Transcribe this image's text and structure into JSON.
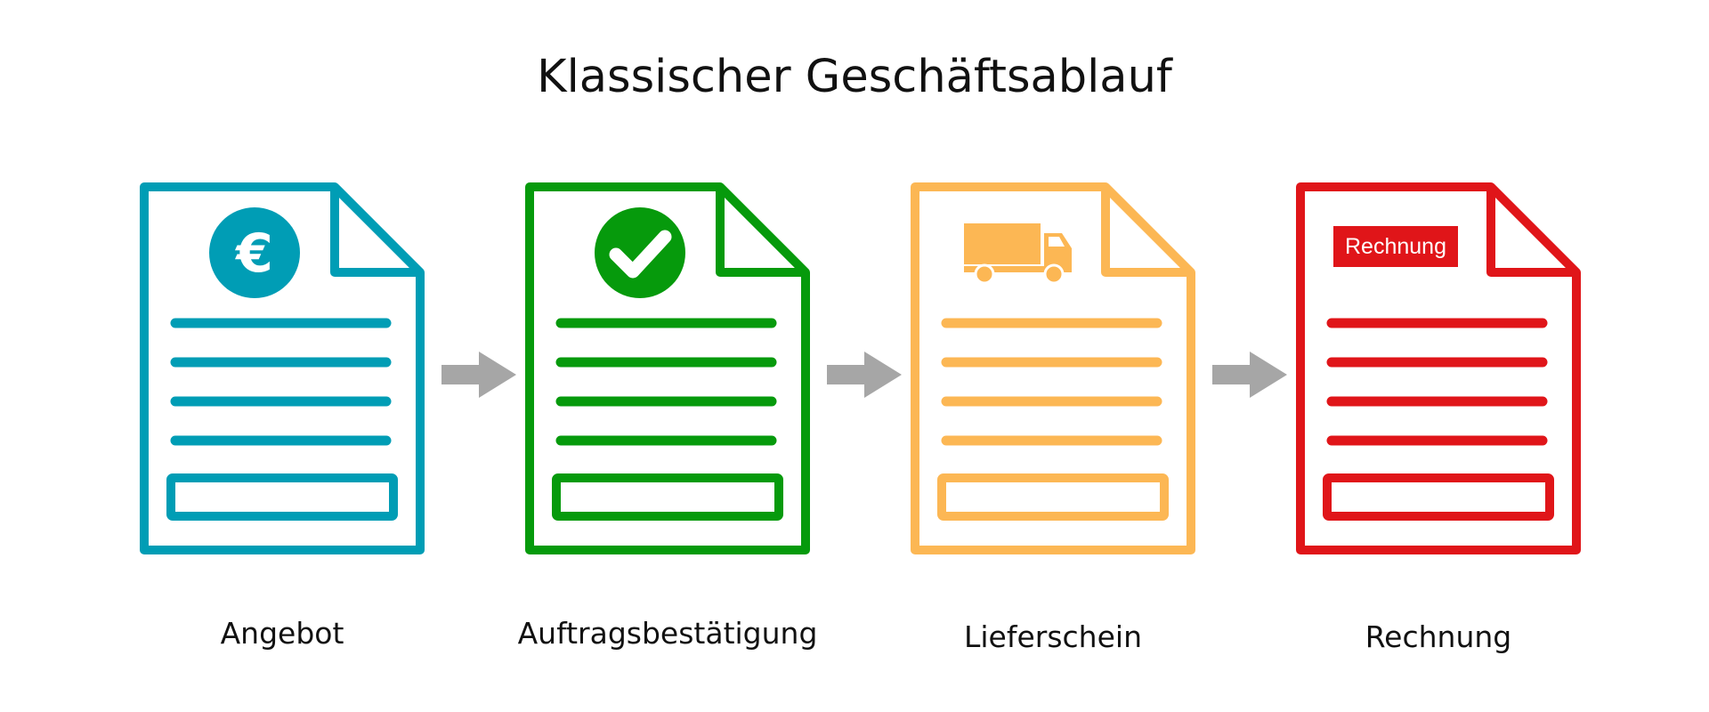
{
  "title": "Klassischer Geschäftsablauf",
  "steps": [
    {
      "label": "Angebot",
      "color": "#009DB5",
      "icon": "euro-icon",
      "icon_glyph": "€"
    },
    {
      "label": "Auftragsbestätigung",
      "color": "#069A0C",
      "icon": "checkmark-icon"
    },
    {
      "label": "Lieferschein",
      "color": "#FCB754",
      "icon": "truck-icon"
    },
    {
      "label": "Rechnung",
      "color": "#E01519",
      "icon": "invoice-badge",
      "badge_text": "Rechnung"
    }
  ],
  "arrow": {
    "color": "#A6A6A6",
    "icon": "arrow-right-icon"
  },
  "background": "#FFFFFF"
}
